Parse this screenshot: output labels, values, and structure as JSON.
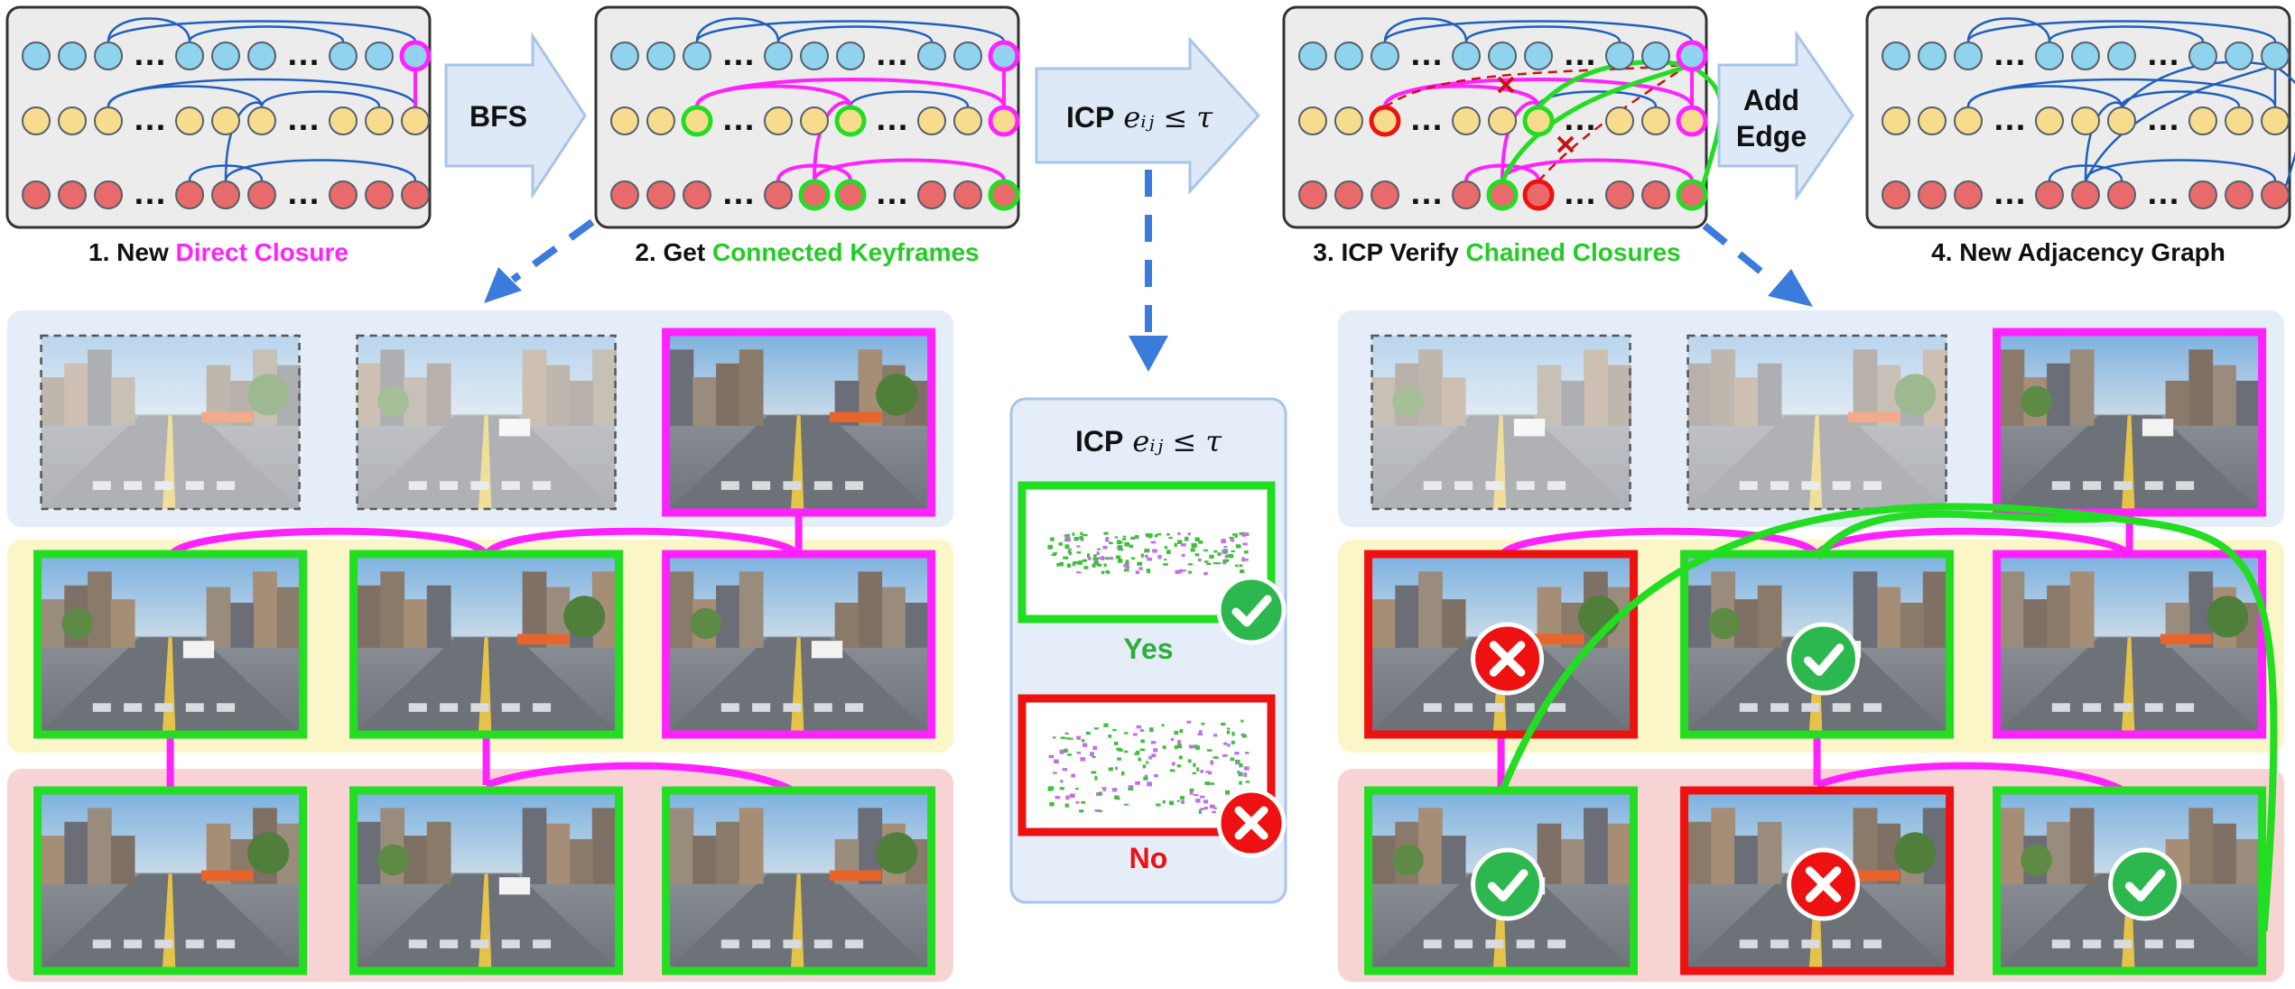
{
  "colors": {
    "blue_node": "#8fd3ef",
    "yellow_node": "#f8dc8d",
    "red_node": "#e86a6a",
    "node_border": "#55606b",
    "edge_blue": "#1f5fbf",
    "magenta": "#ff22ff",
    "green": "#22dd22",
    "red": "#ee1111",
    "arrow_fill": "#dde9f7",
    "arrow_stroke": "#a8c4ea",
    "dash_arrow": "#3b7bdb",
    "row_blue": "#e4edf8",
    "row_yellow": "#fbf6c8",
    "row_red": "#f8d3d3",
    "panel_bg": "#ececec"
  },
  "icons": {
    "check": "check-circle-icon",
    "cross": "x-circle-icon",
    "dashed_frame": "faded-frame"
  },
  "steps": [
    {
      "number": "1. New ",
      "highlight": "Direct Closure"
    },
    {
      "number": "2. Get ",
      "highlight": "Connected Keyframes"
    },
    {
      "number": "3. ICP Verify ",
      "highlight": "Chained Closures"
    },
    {
      "number": "4. New Adjacency Graph",
      "highlight": ""
    }
  ],
  "arrows": {
    "bfs": "BFS",
    "icp_prefix": "ICP",
    "icp_math": "eᵢⱼ ≤ τ",
    "add_edge_line1": "Add",
    "add_edge_line2": "Edge"
  },
  "icp_panel": {
    "title_prefix": "ICP",
    "title_math": "eᵢⱼ ≤ τ",
    "yes_label": "Yes",
    "no_label": "No"
  },
  "graph": {
    "ellipsis": "…"
  }
}
